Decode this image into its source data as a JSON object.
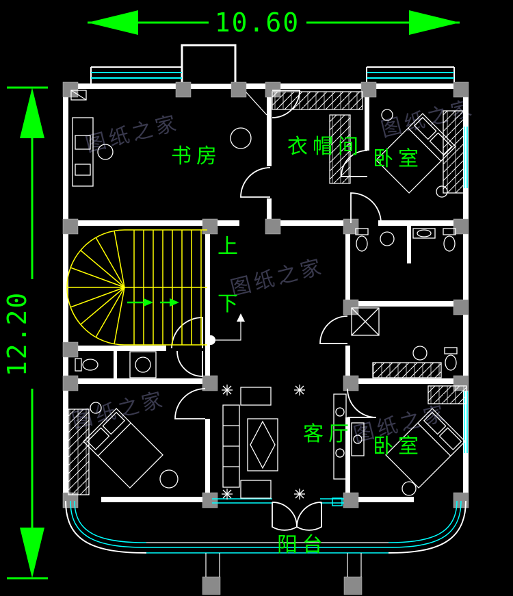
{
  "dimensions": {
    "width_label": "10.60",
    "depth_label": "12.20"
  },
  "labels": {
    "study": "书房",
    "cloakroom": "衣帽间",
    "bedroom_top_right": "卧室",
    "stair_up": "上",
    "stair_down": "下",
    "living_room": "客厅",
    "bedroom_bottom_right": "卧室",
    "balcony": "阳台"
  },
  "watermark": {
    "text": "图纸之家"
  },
  "colors": {
    "background": "#000000",
    "dimension_green": "#00ff00",
    "wall_white": "#ffffff",
    "window_cyan": "#00ffff",
    "stair_yellow": "#ffff00",
    "column_gray": "#8a8a8a",
    "watermark_gray": "#3d3d52"
  }
}
